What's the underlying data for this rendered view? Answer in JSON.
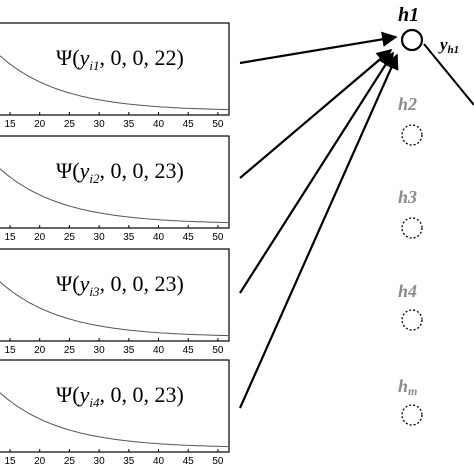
{
  "panels": [
    {
      "formula": {
        "func": "Ψ",
        "var": "y",
        "subscript": "i1",
        "args": ", 0, 0, 22)"
      },
      "x_ticks": [
        15,
        20,
        25,
        30,
        35,
        40,
        45,
        50
      ]
    },
    {
      "formula": {
        "func": "Ψ",
        "var": "y",
        "subscript": "i2",
        "args": ", 0, 0, 23)"
      },
      "x_ticks": [
        15,
        20,
        25,
        30,
        35,
        40,
        45,
        50
      ]
    },
    {
      "formula": {
        "func": "Ψ",
        "var": "y",
        "subscript": "i3",
        "args": ", 0, 0, 23)"
      },
      "x_ticks": [
        15,
        20,
        25,
        30,
        35,
        40,
        45,
        50
      ]
    },
    {
      "formula": {
        "func": "Ψ",
        "var": "y",
        "subscript": "i4",
        "args": ", 0, 0, 23)"
      },
      "x_ticks": [
        15,
        20,
        25,
        30,
        35,
        40,
        45,
        50
      ]
    }
  ],
  "nodes": [
    {
      "label": "h1",
      "active": true
    },
    {
      "label": "h2",
      "active": false
    },
    {
      "label": "h3",
      "active": false
    },
    {
      "label": "h4",
      "active": false
    },
    {
      "label": "h",
      "sub": "m",
      "active": false
    }
  ],
  "output": {
    "var": "y",
    "subscript": "h1"
  },
  "colors": {
    "active": "#000000",
    "inactive": "#8c8c8c",
    "curve": "#555555"
  }
}
